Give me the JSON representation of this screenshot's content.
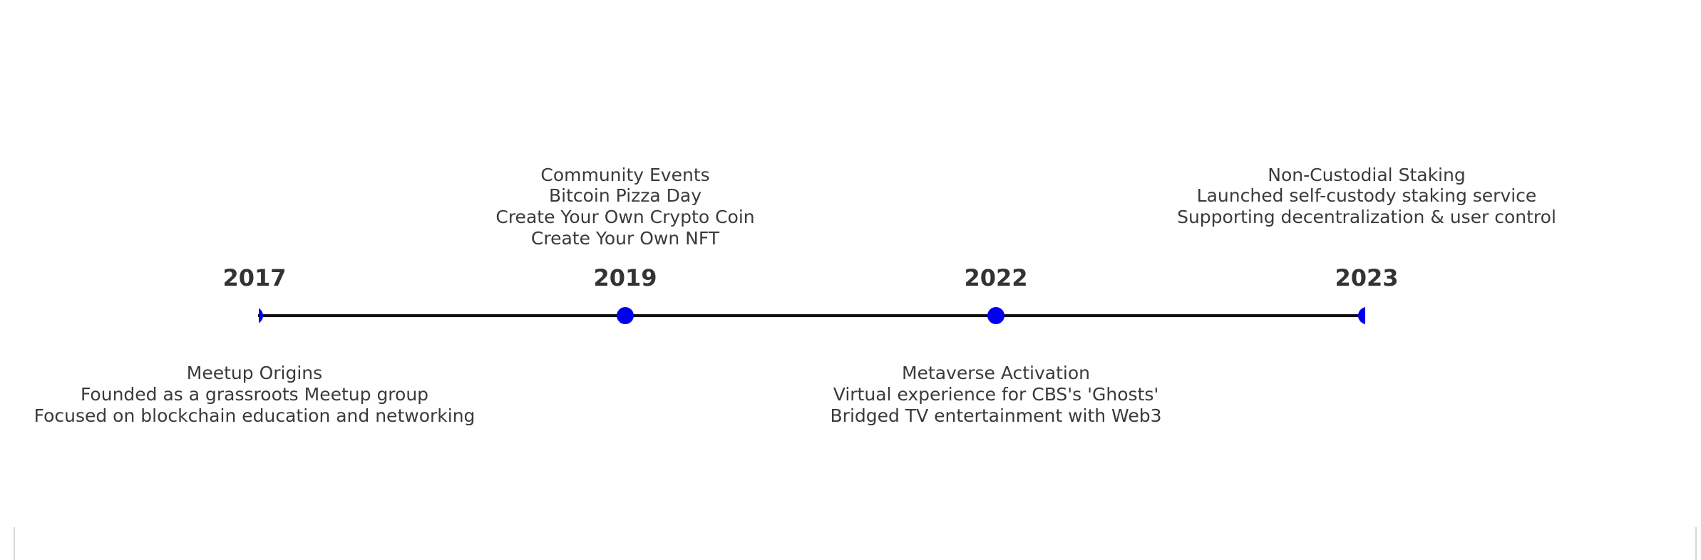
{
  "timeline": {
    "events": [
      {
        "year": "2017",
        "position": "below",
        "lines": [
          "Meetup Origins",
          "Founded as a grassroots Meetup group",
          "Focused on blockchain education and networking"
        ]
      },
      {
        "year": "2019",
        "position": "above",
        "lines": [
          "Community Events",
          "Bitcoin Pizza Day",
          "Create Your Own Crypto Coin",
          "Create Your Own NFT"
        ]
      },
      {
        "year": "2022",
        "position": "below",
        "lines": [
          "Metaverse Activation",
          "Virtual experience for CBS's 'Ghosts'",
          "Bridged TV entertainment with Web3"
        ]
      },
      {
        "year": "2023",
        "position": "above",
        "lines": [
          "Non-Custodial Staking",
          "Launched self-custody staking service",
          "Supporting decentralization & user control"
        ]
      }
    ],
    "colors": {
      "line": "#111111",
      "marker": "#0000ee",
      "year_text": "#333333",
      "event_text": "#3a3a3a"
    }
  }
}
